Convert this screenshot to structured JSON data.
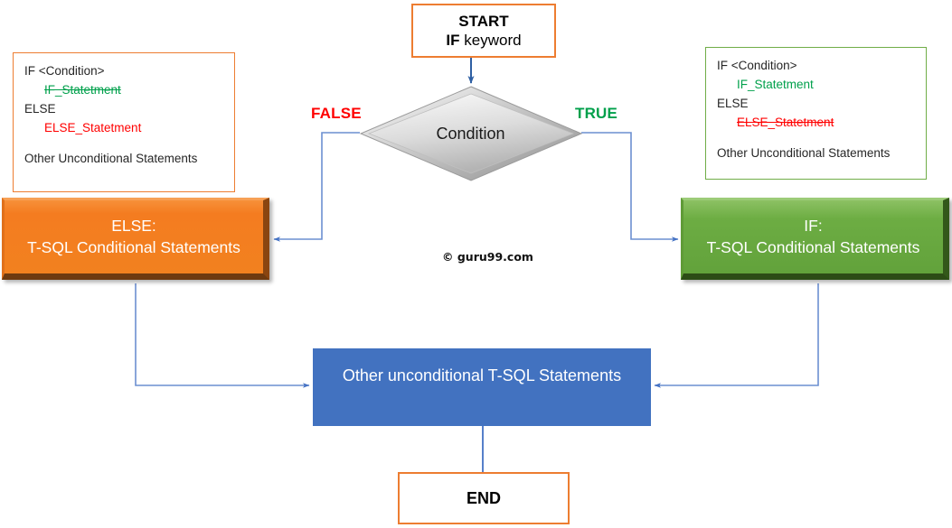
{
  "diagram": {
    "title": "T-SQL IF ELSE flowchart",
    "watermark": "© guru99.com",
    "colors": {
      "orange_border": "#ED7D31",
      "green_border": "#70AD47",
      "orange_fill": "#F2811F",
      "green_fill": "#62A23B",
      "blue_fill": "#4272C0",
      "connector_blue": "#6C8FD1",
      "true_green": "#00A04B",
      "false_red": "#FF0000",
      "diamond_gray": "#D6D6D6"
    }
  },
  "start": {
    "line1": "START",
    "line2_keyword": "IF",
    "line2_rest": " keyword"
  },
  "decision": {
    "label": "Condition",
    "false_label": "FALSE",
    "true_label": "TRUE"
  },
  "code_left": {
    "line1": "IF <Condition>",
    "line2": "IF_Statetment",
    "line2_style": "green-strikethrough",
    "line3": "ELSE",
    "line4": "ELSE_Statetment",
    "line4_style": "red",
    "line5": "Other Unconditional Statements"
  },
  "code_right": {
    "line1": "IF <Condition>",
    "line2": "IF_Statetment",
    "line2_style": "green",
    "line3": "ELSE",
    "line4": "ELSE_Statetment",
    "line4_style": "red-strikethrough",
    "line5": "Other Unconditional Statements"
  },
  "else_box": {
    "line1": "ELSE:",
    "line2": "T-SQL Conditional Statements"
  },
  "if_box": {
    "line1": "IF:",
    "line2": "T-SQL Conditional Statements"
  },
  "other_box": {
    "label": "Other unconditional T-SQL Statements"
  },
  "end": {
    "label": "END"
  }
}
